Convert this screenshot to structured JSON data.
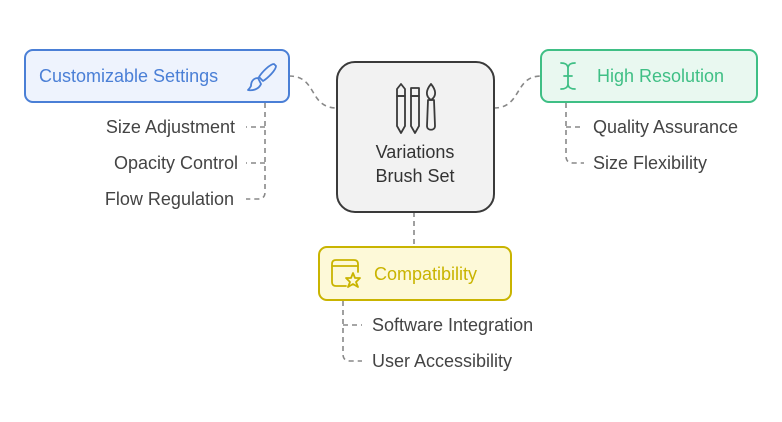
{
  "center": {
    "line1": "Variations",
    "line2": "Brush Set",
    "icon": "brush-set-icon"
  },
  "branches": [
    {
      "title": "Customizable Settings",
      "icon": "paintbrush-icon",
      "color": "#4a7fd6",
      "fill": "#eef3fd",
      "items": [
        "Size Adjustment",
        "Opacity Control",
        "Flow Regulation"
      ]
    },
    {
      "title": "High Resolution",
      "icon": "text-cursor-icon",
      "color": "#3fbf85",
      "fill": "#e9f8f0",
      "items": [
        "Quality Assurance",
        "Size Flexibility"
      ]
    },
    {
      "title": "Compatibility",
      "icon": "browser-star-icon",
      "color": "#c9b400",
      "fill": "#fdf9d8",
      "items": [
        "Software Integration",
        "User Accessibility"
      ]
    }
  ]
}
